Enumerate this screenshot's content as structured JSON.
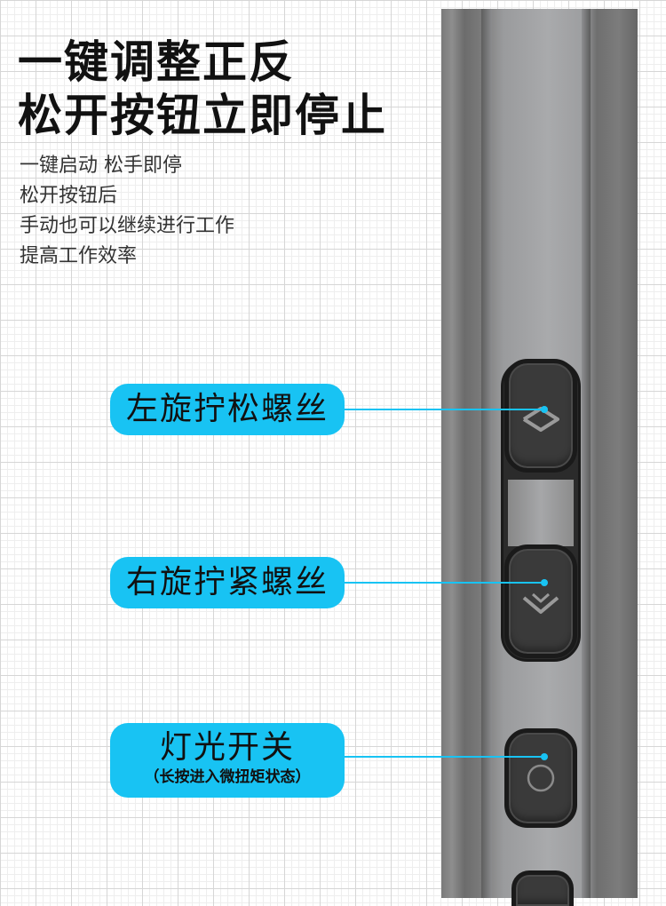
{
  "headline": {
    "line1": "一键调整正反",
    "line2": "松开按钮立即停止"
  },
  "subtext": {
    "line1": "一键启动 松手即停",
    "line2": "松开按钮后",
    "line3": "手动也可以继续进行工作",
    "line4": "提高工作效率"
  },
  "callouts": {
    "loosen": "左旋拧松螺丝",
    "tighten": "右旋拧紧螺丝",
    "light": "灯光开关",
    "light_note": "（长按进入微扭矩状态）"
  },
  "colors": {
    "accent": "#18c3f3",
    "button": "#3a3a3a",
    "body": "#9d9ea0"
  },
  "icons": {
    "loosen": "chevron-up-icon",
    "tighten": "chevron-down-icon",
    "light": "circle-icon"
  }
}
